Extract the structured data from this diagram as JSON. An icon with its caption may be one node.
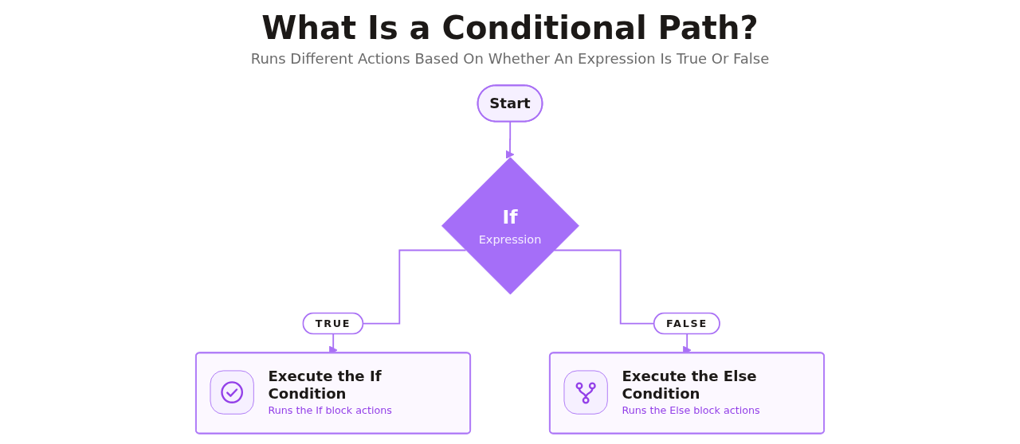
{
  "diagram": {
    "title": "What Is a Conditional Path?",
    "nodes": [
      {
        "text": [
          "Start"
        ]
      },
      {
        "text": [
          "If",
          "Expression"
        ]
      },
      {
        "text": [
          "Execute the If Condition",
          "Runs the If block actions"
        ]
      },
      {
        "text": [
          "Execute the Else Condition",
          "Runs the Else block actions"
        ]
      }
    ],
    "edges": [
      {
        "from": 0,
        "to": 1,
        "arrow": "to"
      },
      {
        "from": 1,
        "to": 2,
        "label": "TRUE",
        "arrow": "to"
      },
      {
        "from": 1,
        "to": 3,
        "label": "FALSE",
        "arrow": "to"
      }
    ],
    "labels": [
      "Runs Different Actions Based On Whether An Expression Is True Or False"
    ]
  }
}
